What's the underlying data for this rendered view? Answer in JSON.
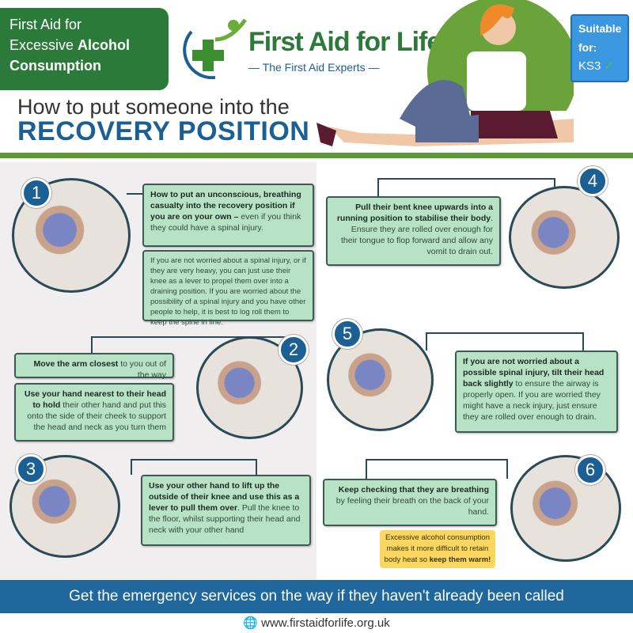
{
  "header": {
    "title_line1": "First Aid for",
    "title_line2_plain": "Excessive ",
    "title_line2_bold": "Alcohol",
    "title_line3": "Consumption",
    "logo_brand": "First Aid for Life",
    "logo_tagline": "The First Aid Experts",
    "headline_small": "How to put someone into the",
    "headline_big": "RECOVERY POSITION",
    "suitable_label": "Suitable for:",
    "suitable_value": "KS3",
    "suitable_tick": "✓"
  },
  "steps": [
    {
      "number": "1",
      "boxes": [
        {
          "bold": "How to put an unconscious, breathing casualty into the recovery position if you are on your own –",
          "text": " even if you think they could have a spinal injury."
        },
        {
          "bold": "",
          "text": "If you are not worried about a spinal injury, or if they are very heavy, you can just use their knee as a lever to propel them over into a draining position. If you are worried about the possibility of a spinal injury and you have other people to help, it is best to log roll them to keep the spine in line."
        }
      ]
    },
    {
      "number": "2",
      "boxes": [
        {
          "bold": "Move the arm closest",
          "text": " to you out of the way"
        },
        {
          "bold": "Use your hand nearest to their head to hold",
          "text": " their other hand and put this onto the side of their cheek to support the head and neck as you turn them"
        }
      ]
    },
    {
      "number": "3",
      "boxes": [
        {
          "bold": "Use your other hand to lift up the outside of their knee and use this as a lever to pull them over",
          "text": ". Pull the knee to the floor, whilst supporting their head and neck with your other hand"
        }
      ]
    },
    {
      "number": "4",
      "boxes": [
        {
          "bold": "Pull their bent knee upwards into a running position to stabilise their body",
          "text": ". Ensure they are rolled over enough for their tongue to flop forward and allow any vomit to drain out."
        }
      ]
    },
    {
      "number": "5",
      "boxes": [
        {
          "bold": "If you are not worried about a possible spinal injury, tilt their head back slightly",
          "text": " to ensure the airway is properly open. If you are worried they might have a neck injury, just ensure they are rolled over enough to drain."
        }
      ]
    },
    {
      "number": "6",
      "boxes": [
        {
          "bold": "Keep checking that they are breathing",
          "text": " by feeling their breath on the back of your hand."
        }
      ]
    }
  ],
  "note": {
    "text": "Excessive alcohol consumption makes it more difficult to retain body heat so ",
    "bold": "keep them warm!"
  },
  "footer": {
    "banner": "Get the emergency services on the way if they haven't already been called",
    "url": "www.firstaidforlife.org.uk"
  },
  "colors": {
    "green": "#2c7a3a",
    "blue": "#1c5f95",
    "box": "#b8e2c6",
    "note": "#fbd660"
  }
}
